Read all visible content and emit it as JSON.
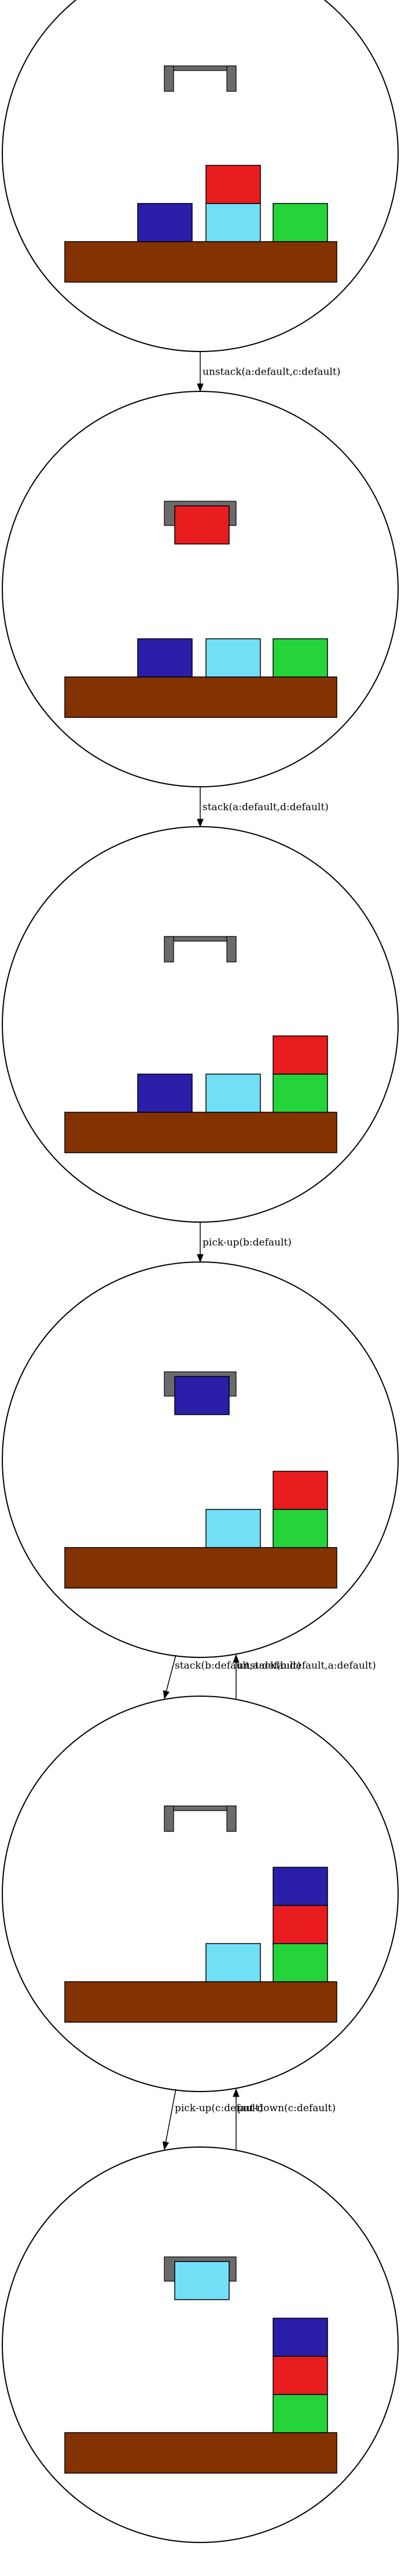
{
  "colors": {
    "table": "#843200",
    "gripper": "#6b6b6b",
    "a": "#e81c1f",
    "b": "#2b1ea8",
    "c": "#71e0f6",
    "d": "#25d43a"
  },
  "states": [
    {
      "id": "s0",
      "holding": null,
      "stacks": {
        "b": [],
        "c": [
          "a"
        ],
        "d": []
      }
    },
    {
      "id": "s1",
      "holding": "a",
      "stacks": {
        "b": [],
        "c": [],
        "d": []
      }
    },
    {
      "id": "s2",
      "holding": null,
      "stacks": {
        "b": [],
        "c": [],
        "d": [
          "a"
        ]
      }
    },
    {
      "id": "s3",
      "holding": "b",
      "stacks": {
        "c": [],
        "d": [
          "a"
        ]
      }
    },
    {
      "id": "s4",
      "holding": null,
      "stacks": {
        "c": [],
        "d": [
          "a",
          "b"
        ]
      }
    },
    {
      "id": "s5",
      "holding": "c",
      "stacks": {
        "d": [
          "a",
          "b"
        ]
      }
    }
  ],
  "edges": [
    {
      "from": 0,
      "to": 1,
      "label": "unstack(a:default,c:default)"
    },
    {
      "from": 1,
      "to": 2,
      "label": "stack(a:default,d:default)"
    },
    {
      "from": 2,
      "to": 3,
      "label": "pick-up(b:default)"
    },
    {
      "from": 3,
      "to": 4,
      "label": "stack(b:default,a:default)"
    },
    {
      "from": 4,
      "to": 3,
      "label": "unstack(b:default,a:default)"
    },
    {
      "from": 4,
      "to": 5,
      "label": "pick-up(c:default)"
    },
    {
      "from": 5,
      "to": 4,
      "label": "put-down(c:default)"
    }
  ]
}
